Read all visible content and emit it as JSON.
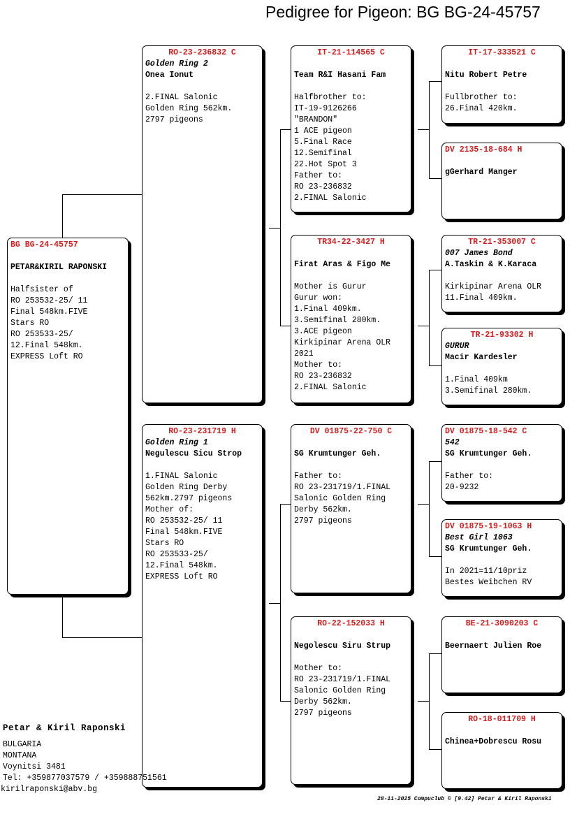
{
  "title": "Pedigree for Pigeon: BG  BG-24-45757",
  "subject": {
    "ring": "BG  BG-24-45757",
    "owner": "PETAR&KIRIL RAPONSKI",
    "notes": "Halfsister of\nRO 253532-25/ 11\nFinal 548km.FIVE\nStars RO\nRO 253533-25/\n12.Final 548km.\nEXPRESS Loft RO"
  },
  "sire": {
    "ring": "RO-23-236832 C",
    "name": "Golden Ring 2",
    "owner": "Onea Ionut",
    "notes": "2.FINAL Salonic\nGolden Ring 562km.\n2797 pigeons"
  },
  "dam": {
    "ring": "RO-23-231719 H",
    "name": "Golden Ring 1",
    "owner": "Negulescu Sicu Strop",
    "notes": "1.FINAL Salonic\nGolden Ring Derby\n562km.2797 pigeons\nMother of:\nRO 253532-25/ 11\nFinal 548km.FIVE\nStars RO\nRO 253533-25/\n12.Final 548km.\nEXPRESS Loft RO"
  },
  "ss": {
    "ring": "IT-21-114565 C",
    "owner": "Team R&I Hasani Fam",
    "notes": "Halfbrother to:\nIT-19-9126266\n\"BRANDON\"\n1 ACE pigeon\n5.Final Race\n12.Semifinal\n22.Hot Spot 3\nFather to:\nRO 23-236832\n2.FINAL Salonic"
  },
  "sd": {
    "ring": "TR34-22-3427 H",
    "owner": "Firat Aras & Figo Me",
    "notes": "Mother is Gurur\nGurur won:\n1.Final 409km.\n3.Semifinal 280km.\n3.ACE pigeon\nKirkipinar Arena OLR\n2021\nMother to:\nRO 23-236832\n2.FINAL Salonic"
  },
  "ds": {
    "ring": "DV  01875-22-750 C",
    "owner": "SG Krumtunger Geh.",
    "notes": "Father to:\nRO 23-231719/1.FINAL\nSalonic Golden Ring\nDerby 562km.\n2797 pigeons"
  },
  "dd": {
    "ring": "RO-22-152033 H",
    "owner": "Negolescu Siru Strup",
    "notes": "Mother to:\nRO 23-231719/1.FINAL\nSalonic Golden Ring\nDerby 562km.\n2797 pigeons"
  },
  "sss": {
    "ring": "IT-17-333521 C",
    "owner": "Nitu Robert Petre",
    "notes": "Fullbrother to:\n26.Final 420km."
  },
  "ssd": {
    "ring": "DV  2135-18-684 H",
    "owner": "gGerhard Manger",
    "notes": ""
  },
  "sds": {
    "ring": "TR-21-353007 C",
    "name": "007 James Bond",
    "owner": "A.Taskin & K.Karaca",
    "notes": "Kirkipinar Arena OLR\n11.Final 409km."
  },
  "sdd": {
    "ring": "TR-21-93302 H",
    "name": "GURUR",
    "owner": "Macir Kardesler",
    "notes": "1.Final 409km\n3.Semifinal 280km."
  },
  "dss": {
    "ring": "DV  01875-18-542 C",
    "name": "542",
    "owner": "SG Krumtunger Geh.",
    "notes": "Father to:\n20-9232"
  },
  "dsd": {
    "ring": "DV  01875-19-1063 H",
    "name": "Best Girl 1063",
    "owner": "SG Krumtunger Geh.",
    "notes": "In 2021=11/10priz\nBestes Weibchen RV"
  },
  "dds": {
    "ring": "BE-21-3090203 C",
    "owner": "Beernaert Julien Roe",
    "notes": ""
  },
  "ddd": {
    "ring": "RO-18-011709 H",
    "owner": "Chinea+Dobrescu Rosu",
    "notes": ""
  },
  "breeder": {
    "name": "Petar & Kiril Raponski",
    "country": "BULGARIA",
    "region": "MONTANA",
    "town": "Voynitsi 3481",
    "phone": "Tel: +359877037579 / +359888751561",
    "email": "kirilraponski@abv.bg"
  },
  "footer": "28-11-2025   Compuclub © [9.42]  Petar & Kiril Raponski"
}
